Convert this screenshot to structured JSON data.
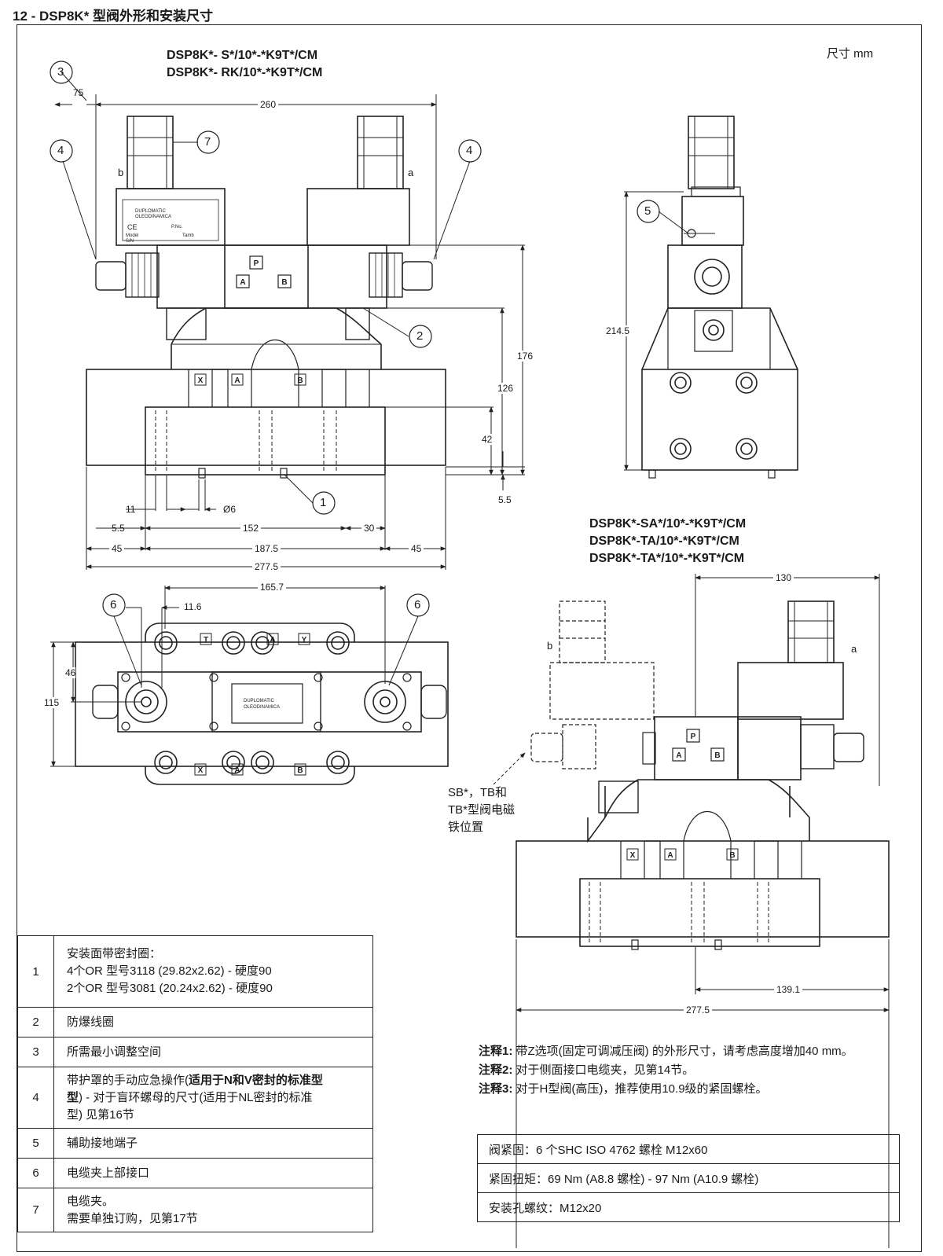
{
  "page": {
    "title": "12 - DSP8K* 型阀外形和安装尺寸",
    "unit_label": "尺寸 mm"
  },
  "models": {
    "top_left": [
      "DSP8K*- S*/10*-*K9T*/CM",
      "DSP8K*- RK/10*-*K9T*/CM"
    ],
    "bottom_right": [
      "DSP8K*-SA*/10*-*K9T*/CM",
      "DSP8K*-TA/10*-*K9T*/CM",
      "DSP8K*-TA*/10*-*K9T*/CM"
    ]
  },
  "dimensions": {
    "front_view": [
      "75",
      "260",
      "176",
      "126",
      "42",
      "5.5",
      "11",
      "Ø6",
      "5.5",
      "152",
      "30",
      "45",
      "187.5",
      "45",
      "277.5"
    ],
    "side_view": [
      "214.5"
    ],
    "top_view": [
      "165.7",
      "11.6",
      "46",
      "115"
    ],
    "single_view": [
      "130",
      "139.1",
      "277.5"
    ]
  },
  "callouts": [
    "1",
    "2",
    "3",
    "4",
    "5",
    "6",
    "7"
  ],
  "port_labels": [
    "P",
    "A",
    "B",
    "X",
    "Y",
    "T"
  ],
  "solenoid_labels": {
    "left": "b",
    "right": "a"
  },
  "nameplate": [
    "DUPLOMATIC",
    "OLEODINAMICA",
    "CE",
    "Model",
    "Tamb",
    "S/N",
    "P.No."
  ],
  "sb_note": [
    "SB*，TB和",
    "TB*型阀电磁",
    "铁位置"
  ],
  "legend": [
    {
      "num": "1",
      "lines": [
        "安装面带密封圈：",
        "4个OR 型号3118 (29.82x2.62) - 硬度90",
        "2个OR 型号3081 (20.24x2.62) - 硬度90"
      ]
    },
    {
      "num": "2",
      "lines": [
        "防爆线圈"
      ]
    },
    {
      "num": "3",
      "lines": [
        "所需最小调整空间"
      ]
    },
    {
      "num": "4",
      "bold_text": "适用于N和V密封的标准型",
      "lines": [
        "带护罩的手动应急操作(适用于N和V密封的标准",
        "型) - 对于盲环螺母的尺寸(适用于NL密封的标准",
        "型) 见第16节"
      ]
    },
    {
      "num": "5",
      "lines": [
        "辅助接地端子"
      ]
    },
    {
      "num": "6",
      "lines": [
        "电缆夹上部接口"
      ]
    },
    {
      "num": "7",
      "lines": [
        "电缆夹。",
        "需要单独订购，见第17节"
      ]
    }
  ],
  "notes": [
    {
      "label": "注释1:",
      "text": "带Z选项(固定可调减压阀) 的外形尺寸，请考虑高度增加40 mm。"
    },
    {
      "label": "注释2:",
      "text": "对于侧面接口电缆夹，见第14节。"
    },
    {
      "label": "注释3:",
      "text": "对于H型阀(高压)，推荐使用10.9级的紧固螺栓。"
    }
  ],
  "specs": [
    "阀紧固：6 个SHC ISO 4762 螺栓 M12x60",
    "紧固扭矩：69 Nm (A8.8 螺栓) - 97 Nm (A10.9 螺栓)",
    "安装孔螺纹：M12x20"
  ]
}
